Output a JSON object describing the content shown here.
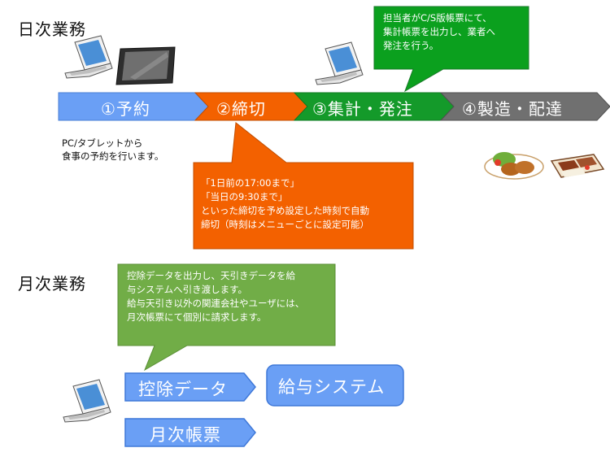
{
  "sections": {
    "daily_title": "日次業務",
    "monthly_title": "月次業務"
  },
  "flow_steps": [
    {
      "label": "①予約",
      "color": "#6a9ff5"
    },
    {
      "label": "②締切",
      "color": "#f36100"
    },
    {
      "label": "③集計・発注",
      "color": "#149a2a"
    },
    {
      "label": "④製造・配達",
      "color": "#707070"
    }
  ],
  "notes": {
    "reservation_line1": "PC/タブレットから",
    "reservation_line2": "食事の予約を行います。"
  },
  "callouts": {
    "order_callout": "担当者がC/S版帳票にて、\n集計帳票を出力し、業者へ\n発注を行う。",
    "deadline_callout": "「1日前の17:00まで」\n「当日の9:30まで」\nといった締切を予め設定した時刻で自動\n締切（時刻はメニューごとに設定可能）",
    "monthly_callout": "控除データを出力し、天引きデータを給\n与システムへ引き渡します。\n給与天引き以外の関連会社やユーザには、\n月次帳票にて個別に請求します。"
  },
  "monthly_items": {
    "deduction_data": "控除データ",
    "payroll_system": "給与システム",
    "monthly_report": "月次帳票"
  },
  "colors": {
    "blue": "#6a9ff5",
    "orange": "#f36100",
    "green": "#149a2a",
    "gray": "#707070",
    "olive_green": "#71ad47"
  },
  "icons": [
    "laptop-icon",
    "tablet-icon",
    "meal-plate-icon",
    "bento-box-icon"
  ]
}
